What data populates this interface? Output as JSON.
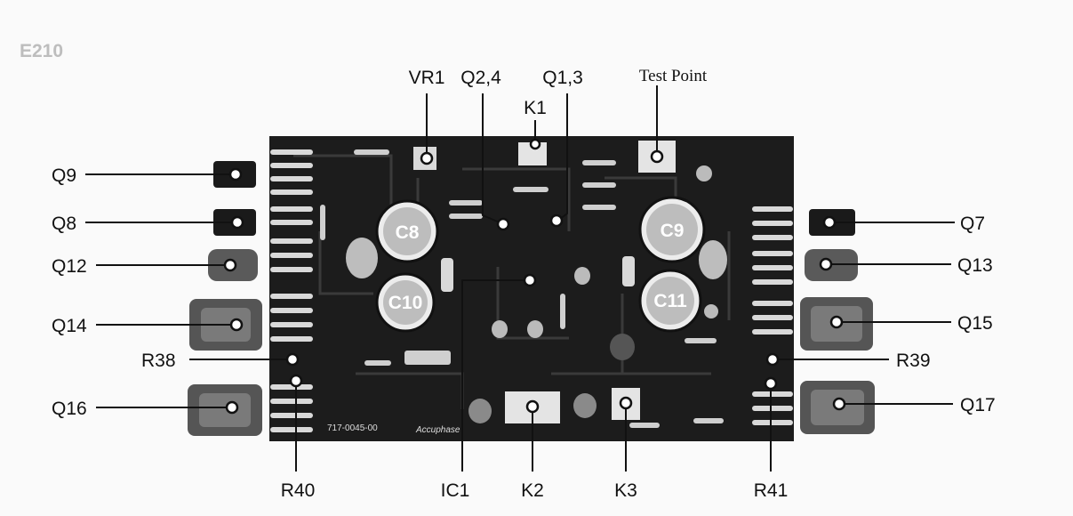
{
  "page_tag": "E210",
  "board": {
    "part_number": "717-0045-00",
    "maker": "Accuphase"
  },
  "capacitor_labels": {
    "c8": "C8",
    "c9": "C9",
    "c10": "C10",
    "c11": "C11"
  },
  "callouts": {
    "vr1": "VR1",
    "q24": "Q2,4",
    "q13": "Q1,3",
    "test_point": "Test Point",
    "k1": "K1",
    "q9": "Q9",
    "q8": "Q8",
    "q12": "Q12",
    "q14": "Q14",
    "r38": "R38",
    "q16": "Q16",
    "q7": "Q7",
    "q13b": "Q13",
    "q15": "Q15",
    "r39": "R39",
    "q17": "Q17",
    "r40": "R40",
    "ic1": "IC1",
    "k2": "K2",
    "k3": "K3",
    "r41": "R41"
  },
  "colors": {
    "board": "#1c1c1c",
    "trace": "#3a3a3a",
    "component_light": "#d9d9d9",
    "ink": "#111111"
  }
}
